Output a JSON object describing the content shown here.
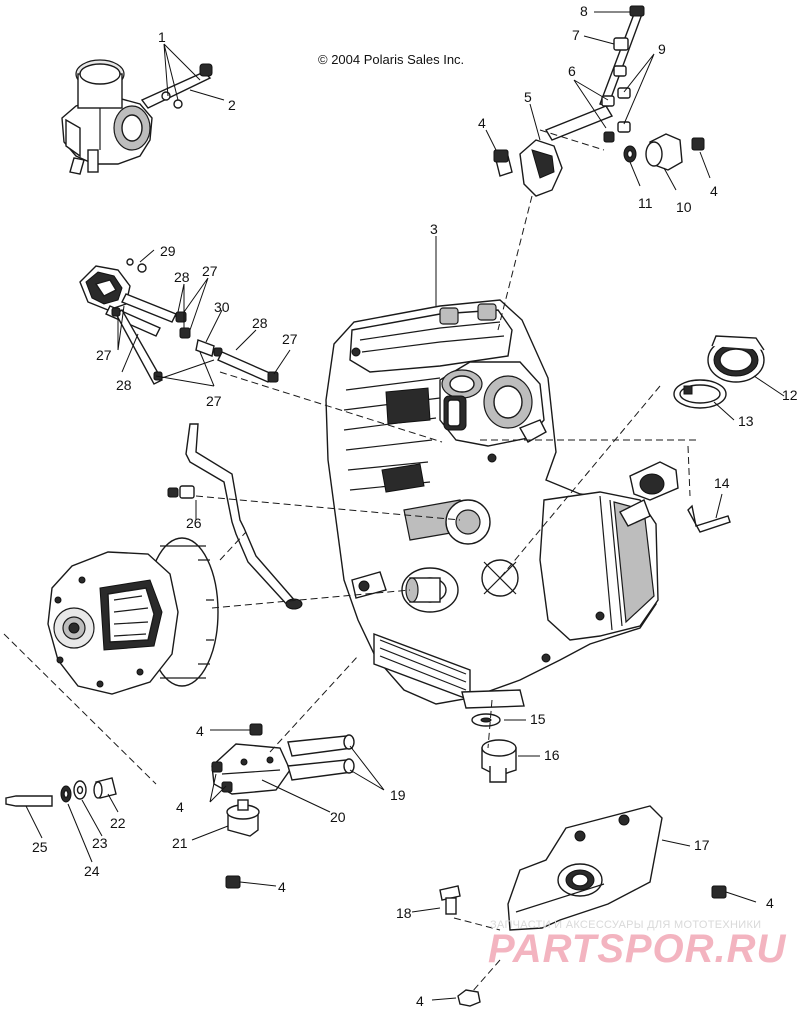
{
  "copyright": "© 2004 Polaris Sales Inc.",
  "watermark": {
    "tagline": "ЗАПЧАСТИ И АКСЕССУАРЫ ДЛЯ МОТОТЕХНИКИ",
    "brand": "PARTSPOR.RU",
    "color": "#f3b4c0"
  },
  "callouts": {
    "c1": "1",
    "c2": "2",
    "c3": "3",
    "c4a": "4",
    "c4b": "4",
    "c4c": "4",
    "c4d": "4",
    "c4e": "4",
    "c4f": "4",
    "c4g": "4",
    "c5": "5",
    "c6": "6",
    "c7": "7",
    "c8": "8",
    "c9": "9",
    "c10": "10",
    "c11": "11",
    "c12": "12",
    "c13": "13",
    "c14": "14",
    "c15": "15",
    "c16": "16",
    "c17": "17",
    "c18": "18",
    "c19": "19",
    "c20": "20",
    "c21": "21",
    "c22": "22",
    "c23": "23",
    "c24": "24",
    "c25": "25",
    "c26": "26",
    "c27a": "27",
    "c27b": "27",
    "c27c": "27",
    "c27d": "27",
    "c28a": "28",
    "c28b": "28",
    "c28c": "28",
    "c29": "29",
    "c30": "30"
  }
}
